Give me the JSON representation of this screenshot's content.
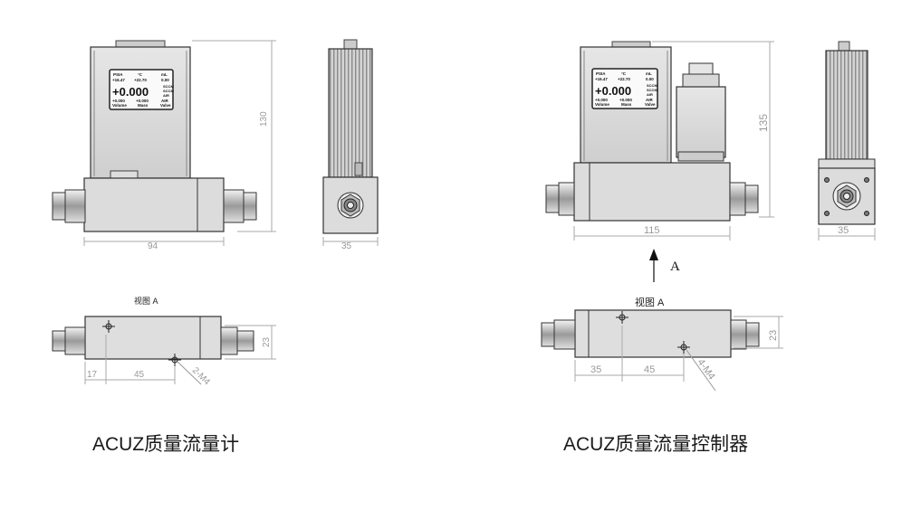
{
  "meter": {
    "caption": "ACUZ质量流量计",
    "dim_height": "130",
    "dim_width": "94",
    "dim_side_width": "35",
    "view_label": "视图 A",
    "dim_view_h": "23",
    "dim_view_a": "17",
    "dim_view_b": "45",
    "dim_thread": "2-M4"
  },
  "controller": {
    "caption": "ACUZ质量流量控制器",
    "dim_height": "135",
    "dim_width": "115",
    "dim_side_width": "35",
    "arrow_label": "A",
    "view_label": "视图 A",
    "dim_view_h": "23",
    "dim_view_a": "35",
    "dim_view_b": "45",
    "dim_thread": "4-M4"
  },
  "display": {
    "row1": [
      "PSIA",
      "°C",
      "mL"
    ],
    "row1_vals": [
      "+16.47",
      "+22.70",
      "0.00"
    ],
    "main_value": "+0.000",
    "side_units": [
      "SCCM",
      "SCCM",
      "AIR"
    ],
    "row3_vals": [
      "+0.000",
      "+0.000",
      "AIR"
    ],
    "row3_labels": [
      "Volume",
      "Mass",
      "Valve"
    ]
  }
}
